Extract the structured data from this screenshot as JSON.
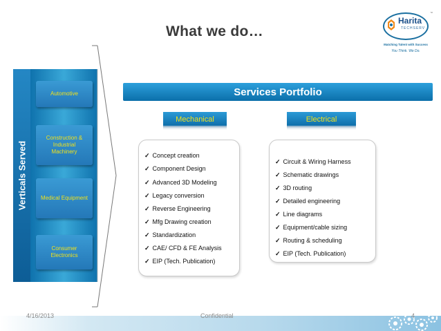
{
  "slide": {
    "title": "What we do…",
    "logo": {
      "name": "Harita",
      "sub": "TECHSERV",
      "tm": "™",
      "tagline": "Matching Talent with Success",
      "slogan": "You Think. We Do."
    },
    "verticals": {
      "label": "Verticals Served",
      "items": [
        "Automotive",
        "Construction & Industrial Machinery",
        "Medical Equipment",
        "Consumer Electronics"
      ]
    },
    "services": {
      "header": "Services Portfolio",
      "mechanical": {
        "label": "Mechanical",
        "items": [
          "Concept creation",
          "Component Design",
          "Advanced 3D Modeling",
          "Legacy conversion",
          "Reverse Engineering",
          "Mfg Drawing creation",
          "Standardization",
          "CAE/ CFD & FE Analysis",
          "EIP (Tech. Publication)"
        ]
      },
      "electrical": {
        "label": "Electrical",
        "items": [
          "Circuit & Wiring Harness",
          "Schematic drawings",
          "3D routing",
          "Detailed engineering",
          "Line diagrams",
          "Equipment/cable sizing",
          "Routing & scheduling",
          "EIP (Tech. Publication)"
        ]
      }
    },
    "footer": {
      "date": "4/16/2013",
      "confidential": "Confidential",
      "page": "4"
    },
    "colors": {
      "accent_blue": "#1b84c4",
      "highlight_yellow": "#f2e21a",
      "title_gray": "#3a3a3a"
    }
  }
}
